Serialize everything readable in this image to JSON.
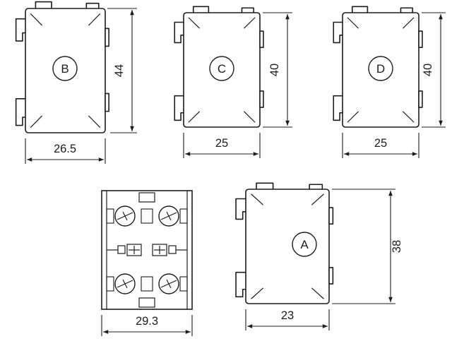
{
  "drawing": {
    "background": "#ffffff",
    "line_color": "#1d1d1b",
    "components": {
      "b": {
        "label": "B",
        "height": "44",
        "width": "26.5"
      },
      "c": {
        "label": "C",
        "height": "40",
        "width": "25"
      },
      "d": {
        "label": "D",
        "height": "40",
        "width": "25"
      },
      "a": {
        "label": "A",
        "height": "38",
        "width": "23"
      },
      "top_view": {
        "width": "29.3"
      }
    }
  }
}
